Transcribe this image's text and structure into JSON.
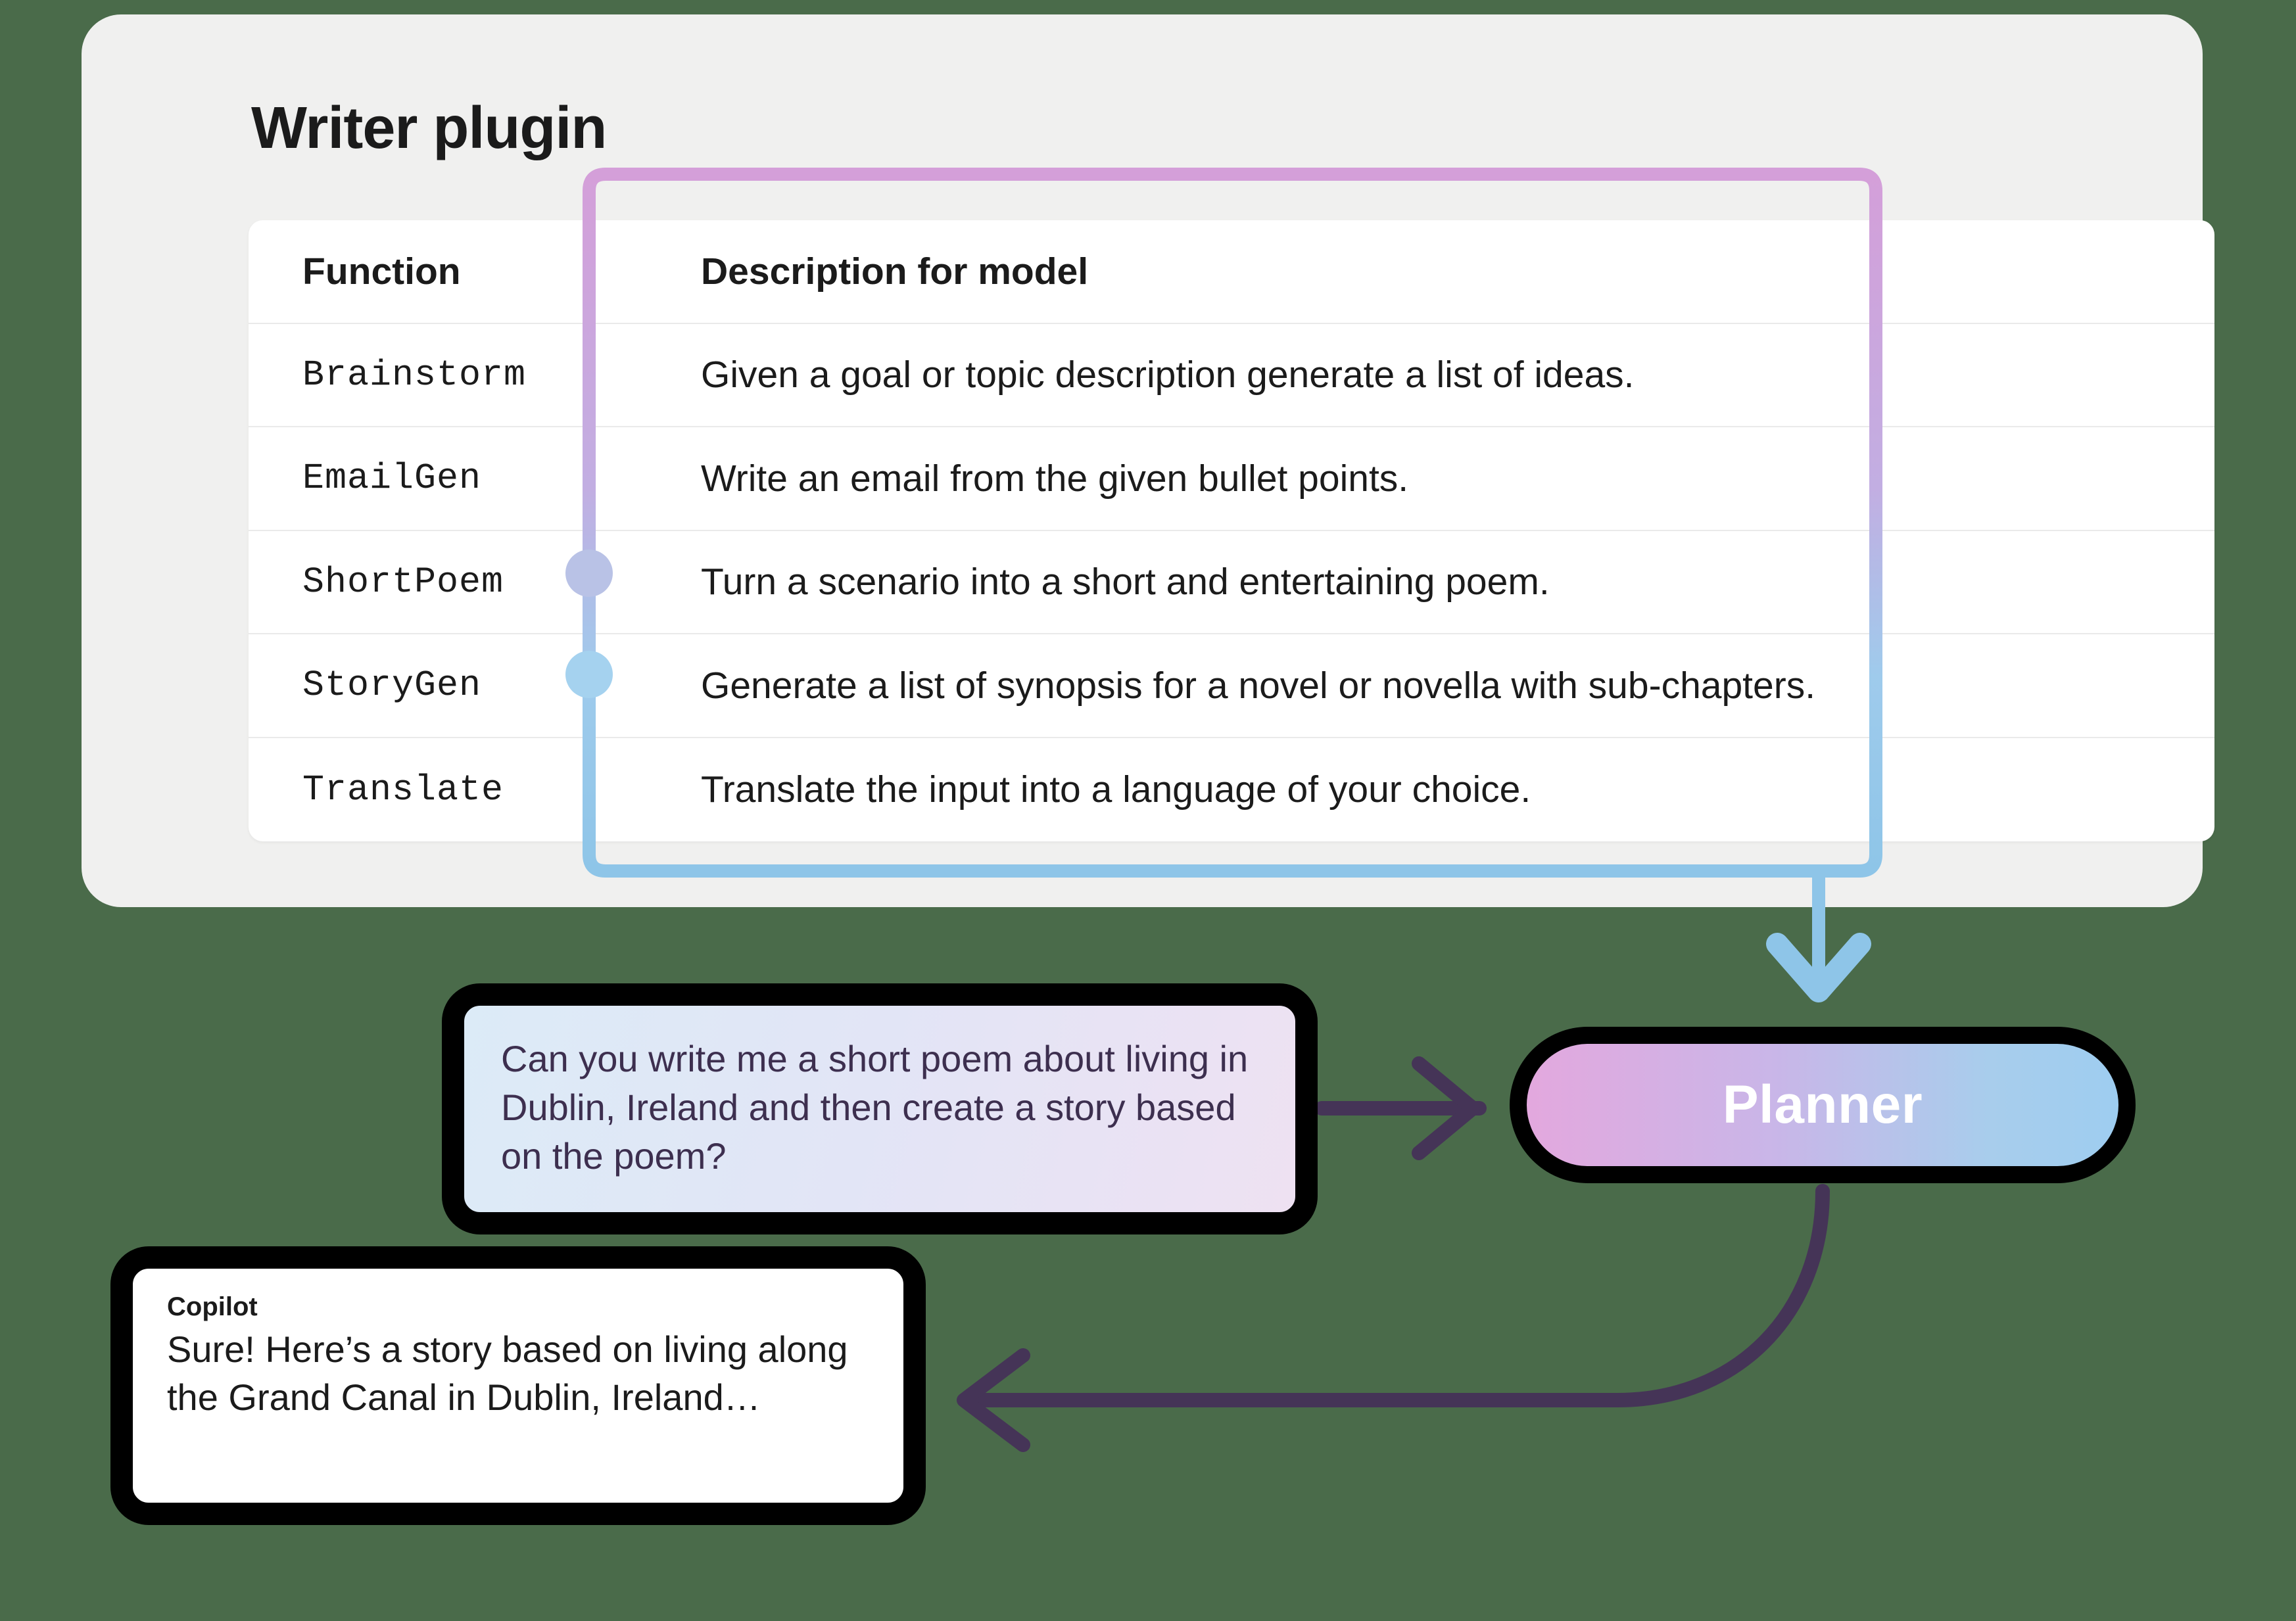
{
  "plugin": {
    "title": "Writer plugin",
    "table": {
      "headers": [
        "Function",
        "Description for model"
      ],
      "rows": [
        {
          "function": "Brainstorm",
          "description": "Given a goal or topic description generate a list of ideas."
        },
        {
          "function": "EmailGen",
          "description": "Write an email from the given bullet points."
        },
        {
          "function": "ShortPoem",
          "description": "Turn a scenario into a short and entertaining poem."
        },
        {
          "function": "StoryGen",
          "description": "Generate a list of synopsis for a novel or novella with sub-chapters."
        },
        {
          "function": "Translate",
          "description": "Translate the input into a language of your choice."
        }
      ]
    }
  },
  "planner": {
    "label": "Planner"
  },
  "chat": {
    "user_message": "Can you write me a short poem about living in Dublin, Ireland and then create a story based on the poem?",
    "assistant_name": "Copilot",
    "assistant_message": "Sure! Here’s a story based on living along the Grand Canal in Dublin, Ireland…"
  },
  "colors": {
    "background": "#4a6b4a",
    "card": "#f0f0ef",
    "flow_pink": "#d49fd9",
    "flow_blue": "#8ec5e8",
    "dot_shortpoem": "#b9c2e6",
    "dot_storygen": "#a5d2ef",
    "arrow_purple": "#453457",
    "planner_gradient_start": "#e3a8de",
    "planner_gradient_end": "#9ecdf0",
    "outline": "#000000"
  }
}
